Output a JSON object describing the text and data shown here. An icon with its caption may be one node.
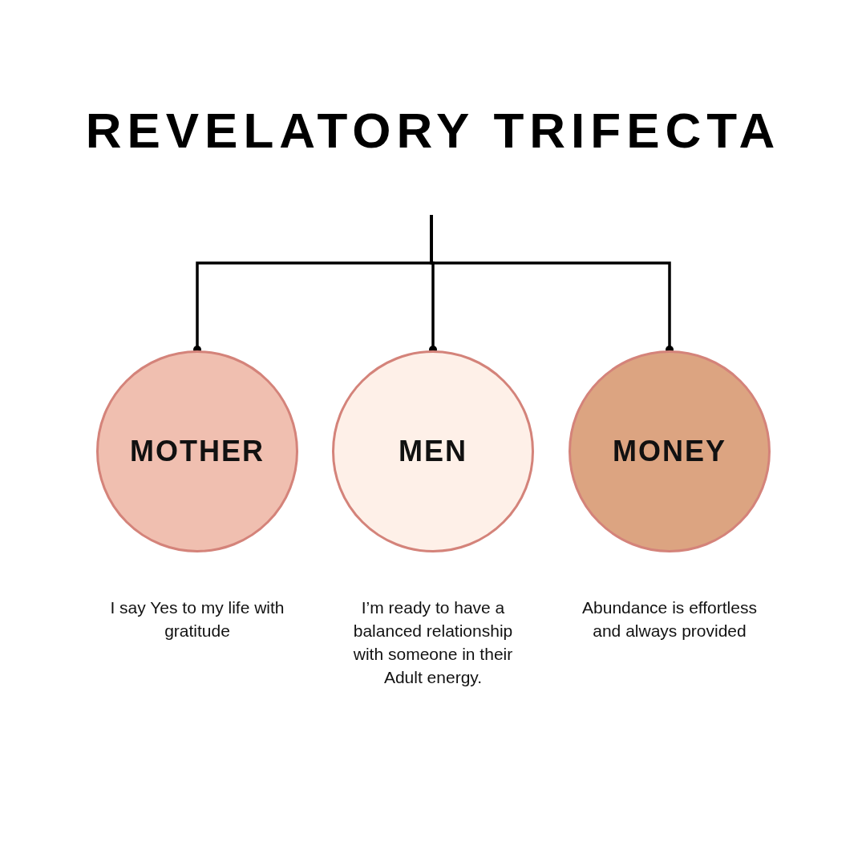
{
  "diagram": {
    "title": "REVELATORY TRIFECTA",
    "nodes": [
      {
        "text": [
          "MOTHER"
        ],
        "beside": [
          "I say Yes to my life with gratitude"
        ]
      },
      {
        "text": [
          "MEN"
        ],
        "beside": [
          "I’m ready to have a balanced relationship with someone in their Adult energy."
        ]
      },
      {
        "text": [
          "MONEY"
        ],
        "beside": [
          "Abundance is effortless and always provided"
        ]
      }
    ],
    "edges": [
      {
        "from": null,
        "to": 0,
        "arrow": "other"
      },
      {
        "from": null,
        "to": 1,
        "arrow": "other"
      },
      {
        "from": null,
        "to": 2,
        "arrow": "other"
      }
    ]
  }
}
